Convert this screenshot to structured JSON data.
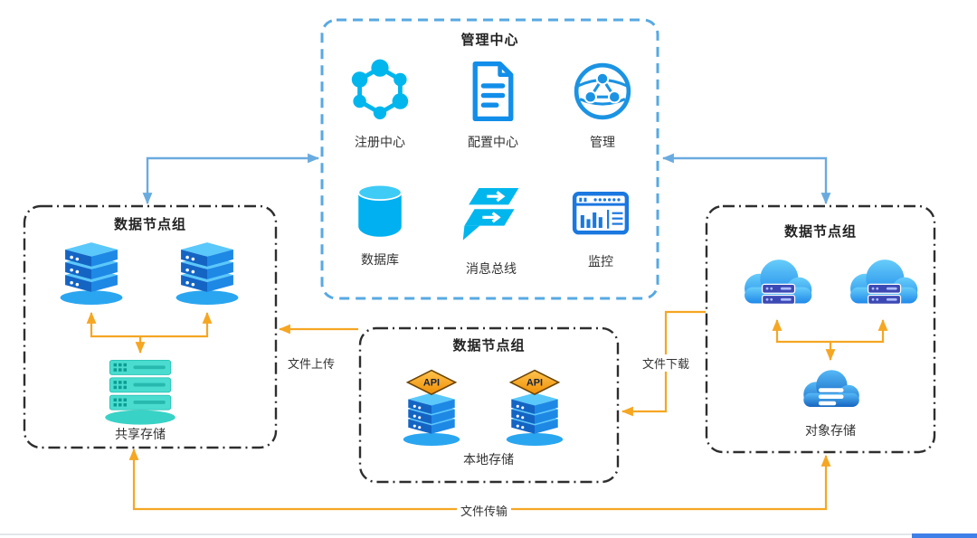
{
  "diagram": {
    "management_center": {
      "title": "管理中心",
      "items": [
        {
          "label": "注册中心",
          "icon": "registry-network-icon"
        },
        {
          "label": "配置中心",
          "icon": "config-document-icon"
        },
        {
          "label": "管理",
          "icon": "globe-network-icon"
        },
        {
          "label": "数据库",
          "icon": "database-cylinder-icon"
        },
        {
          "label": "消息总线",
          "icon": "message-bus-icon"
        },
        {
          "label": "监控",
          "icon": "monitor-dashboard-icon"
        }
      ]
    },
    "left_group": {
      "title": "数据节点组",
      "storage_label": "共享存储"
    },
    "center_group": {
      "title": "数据节点组",
      "storage_label": "本地存储",
      "api_badge": "API"
    },
    "right_group": {
      "title": "数据节点组",
      "storage_label": "对象存储"
    },
    "edges": {
      "upload": "文件上传",
      "download": "文件下载",
      "transfer": "文件传输"
    },
    "colors": {
      "management_border": "#58a9e2",
      "group_border": "#2e2e2e",
      "arrow_orange": "#f5a623",
      "arrow_blue": "#6aabdf",
      "icon_cyan": "#00b6ed",
      "icon_blue": "#1b78e0",
      "server_blue": "#1e88e5",
      "storage_teal": "#3fd6c9",
      "api_orange": "#f5a623",
      "cloud_indigo": "#3c49b4"
    }
  }
}
